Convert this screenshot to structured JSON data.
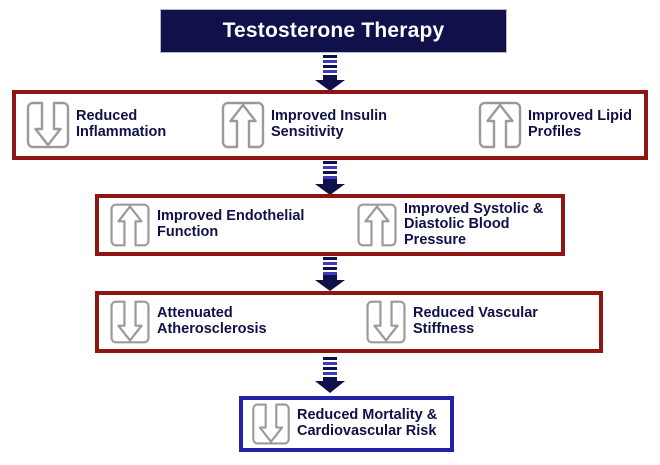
{
  "diagram": {
    "title": "Testosterone Therapy Flow Diagram",
    "colors": {
      "navy": "#10104a",
      "dark_red_border": "#8f1513",
      "blue_border": "#2222a8",
      "icon_gray": "#9a9a9a",
      "title_bg": "#10104a",
      "title_text": "#ffffff",
      "page_bg": "#ffffff"
    },
    "header": {
      "label": "Testosterone Therapy"
    },
    "rows": [
      {
        "id": "row-1",
        "border_color": "#8f1513",
        "items": [
          {
            "icon": "arrow-down-outline-icon",
            "direction": "down",
            "label": "Reduced\nInflammation"
          },
          {
            "icon": "arrow-up-outline-icon",
            "direction": "up",
            "label": "Improved Insulin\nSensitivity"
          },
          {
            "icon": "arrow-up-outline-icon",
            "direction": "up",
            "label": "Improved Lipid\nProfiles"
          }
        ]
      },
      {
        "id": "row-2",
        "border_color": "#8f1513",
        "items": [
          {
            "icon": "arrow-up-outline-icon",
            "direction": "up",
            "label": "Improved Endothelial\nFunction"
          },
          {
            "icon": "arrow-up-outline-icon",
            "direction": "up",
            "label": "Improved Systolic &\nDiastolic Blood Pressure"
          }
        ]
      },
      {
        "id": "row-3",
        "border_color": "#8f1513",
        "items": [
          {
            "icon": "arrow-down-outline-icon",
            "direction": "down",
            "label": "Attenuated\nAtherosclerosis"
          },
          {
            "icon": "arrow-down-outline-icon",
            "direction": "down",
            "label": "Reduced Vascular\nStiffness"
          }
        ]
      },
      {
        "id": "row-4",
        "border_color": "#2222a8",
        "items": [
          {
            "icon": "arrow-down-outline-icon",
            "direction": "down",
            "label": "Reduced Mortality &\nCardiovascular Risk"
          }
        ]
      }
    ],
    "connectors": [
      {
        "id": "connector-1",
        "icon": "striped-down-arrow-icon",
        "from": "header",
        "to": "row-1"
      },
      {
        "id": "connector-2",
        "icon": "striped-down-arrow-icon",
        "from": "row-1",
        "to": "row-2"
      },
      {
        "id": "connector-3",
        "icon": "striped-down-arrow-icon",
        "from": "row-2",
        "to": "row-3"
      },
      {
        "id": "connector-4",
        "icon": "striped-down-arrow-icon",
        "from": "row-3",
        "to": "row-4"
      }
    ]
  }
}
